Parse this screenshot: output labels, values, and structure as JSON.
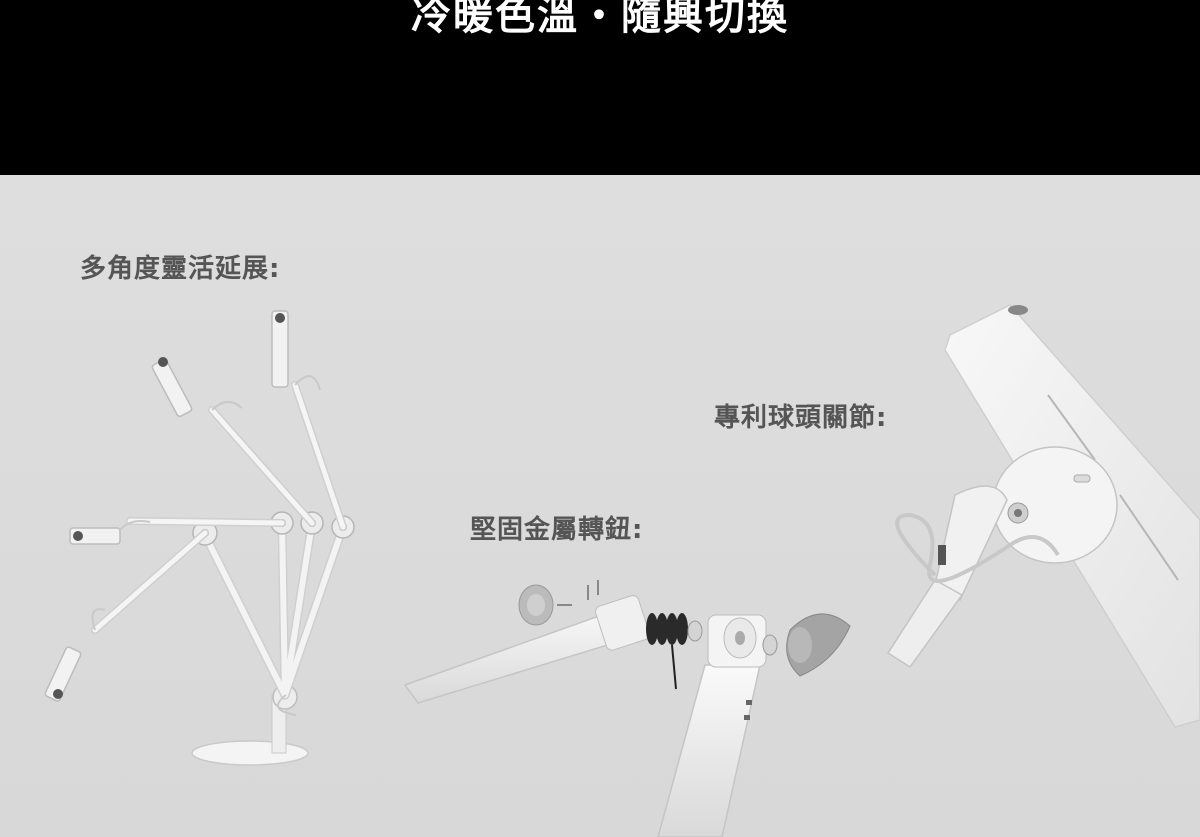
{
  "header": {
    "title": "冷暖色溫・隨興切換"
  },
  "features": {
    "flexible_extension": "多角度靈活延展:",
    "metal_knob": "堅固金屬轉鈕:",
    "ball_joint": "專利球頭關節:"
  },
  "colors": {
    "header_bg": "#000000",
    "panel_bg": "#dcdcdc",
    "title_text": "#ffffff",
    "label_text": "#555555",
    "product_white": "#f2f2f2"
  }
}
